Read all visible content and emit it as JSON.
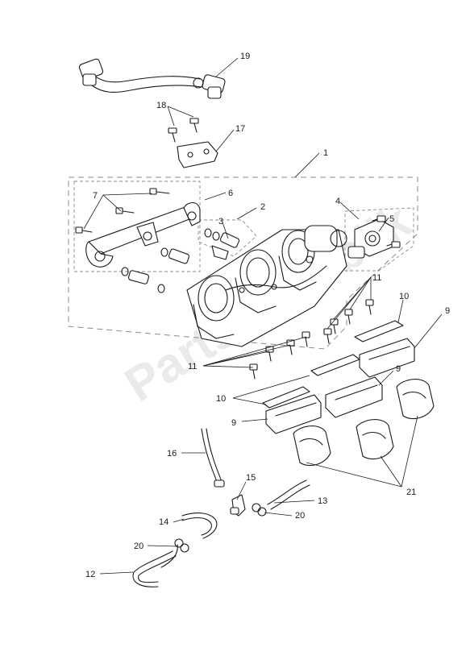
{
  "watermark": "PartsRepublik",
  "callouts": [
    {
      "id": "c1",
      "label": "1"
    },
    {
      "id": "c2",
      "label": "2"
    },
    {
      "id": "c3",
      "label": "3"
    },
    {
      "id": "c4",
      "label": "4"
    },
    {
      "id": "c5",
      "label": "5"
    },
    {
      "id": "c6",
      "label": "6"
    },
    {
      "id": "c7",
      "label": "7"
    },
    {
      "id": "c9a",
      "label": "9"
    },
    {
      "id": "c9b",
      "label": "9"
    },
    {
      "id": "c9c",
      "label": "9"
    },
    {
      "id": "c10a",
      "label": "10"
    },
    {
      "id": "c10b",
      "label": "10"
    },
    {
      "id": "c11a",
      "label": "11"
    },
    {
      "id": "c11b",
      "label": "11"
    },
    {
      "id": "c12",
      "label": "12"
    },
    {
      "id": "c13",
      "label": "13"
    },
    {
      "id": "c14",
      "label": "14"
    },
    {
      "id": "c15",
      "label": "15"
    },
    {
      "id": "c16",
      "label": "16"
    },
    {
      "id": "c17",
      "label": "17"
    },
    {
      "id": "c18",
      "label": "18"
    },
    {
      "id": "c19",
      "label": "19"
    },
    {
      "id": "c20a",
      "label": "20"
    },
    {
      "id": "c20b",
      "label": "20"
    },
    {
      "id": "c21",
      "label": "21"
    }
  ]
}
